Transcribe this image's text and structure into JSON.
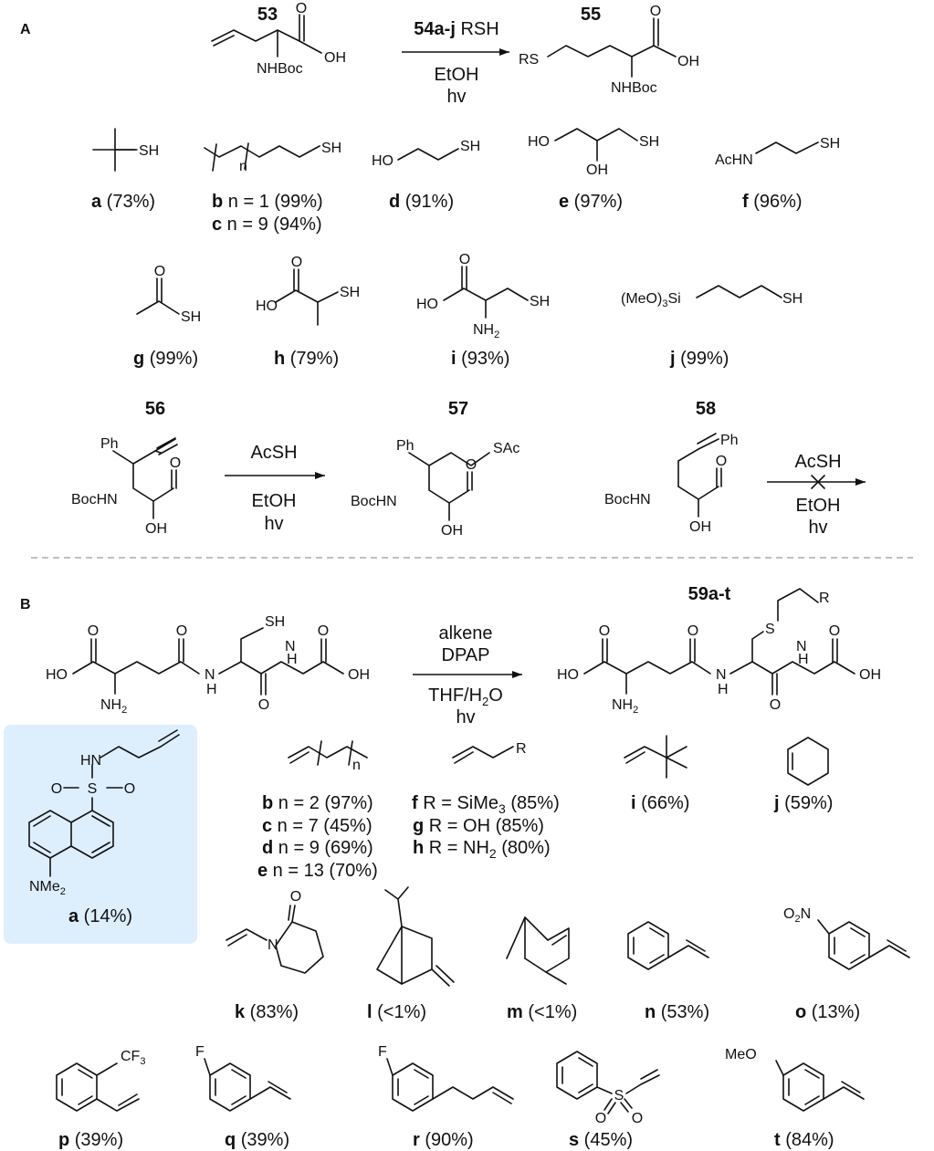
{
  "panels": {
    "A": {
      "label": "A",
      "reaction1": {
        "reactant": {
          "number": "53",
          "atoms": [
            "O",
            "OH",
            "NHBoc"
          ]
        },
        "reagent_bold": "54a-j",
        "reagent_rest": " RSH",
        "solvent": "EtOH",
        "conditions": "hv",
        "product": {
          "number": "55",
          "atoms": [
            "RS",
            "O",
            "OH",
            "NHBoc"
          ]
        }
      },
      "thiols": [
        {
          "id": "a",
          "yield": " (73%)",
          "atoms": [
            "SH"
          ]
        },
        {
          "id": "b",
          "yield": " n = 1 (99%)",
          "atoms": [
            "n",
            "SH"
          ]
        },
        {
          "id": "c",
          "yield": " n = 9 (94%)"
        },
        {
          "id": "d",
          "yield": " (91%)",
          "atoms": [
            "HO",
            "SH"
          ]
        },
        {
          "id": "e",
          "yield": " (97%)",
          "atoms": [
            "HO",
            "OH",
            "SH"
          ]
        },
        {
          "id": "f",
          "yield": " (96%)",
          "atoms": [
            "AcHN",
            "SH"
          ]
        },
        {
          "id": "g",
          "yield": " (99%)",
          "atoms": [
            "O",
            "SH"
          ]
        },
        {
          "id": "h",
          "yield": " (79%)",
          "atoms": [
            "O",
            "HO",
            "SH"
          ]
        },
        {
          "id": "i",
          "yield": " (93%)",
          "atoms": [
            "O",
            "HO",
            "NH",
            "2",
            "SH"
          ]
        },
        {
          "id": "j",
          "yield": " (99%)",
          "atoms": [
            "(MeO)",
            "3",
            "Si",
            "SH"
          ]
        }
      ],
      "reaction2": {
        "reactant": {
          "number": "56",
          "atoms": [
            "Ph",
            "BocHN",
            "O",
            "OH"
          ]
        },
        "reagent": "AcSH",
        "solvent": "EtOH",
        "conditions": "hv",
        "product": {
          "number": "57",
          "atoms": [
            "Ph",
            "SAc",
            "BocHN",
            "O",
            "OH"
          ]
        }
      },
      "reaction3": {
        "reactant": {
          "number": "58",
          "atoms": [
            "Ph",
            "BocHN",
            "O",
            "OH"
          ]
        },
        "reagent": "AcSH",
        "solvent": "EtOH",
        "conditions": "hv"
      }
    },
    "B": {
      "label": "B",
      "reactant": {
        "atoms": [
          "O",
          "O",
          "O",
          "SH",
          "HO",
          "NH",
          "2",
          "N",
          "H",
          "O",
          "N",
          "H",
          "OH"
        ]
      },
      "reagent1": "alkene",
      "reagent2": "DPAP",
      "solvent_main": "THF/H",
      "solvent_sub": "2",
      "solvent_end": "O",
      "conditions": "hv",
      "product": {
        "number": "59a-t",
        "atoms": [
          "R",
          "S",
          "O",
          "O",
          "O",
          "HO",
          "NH",
          "2",
          "N",
          "H",
          "O",
          "N",
          "H",
          "OH"
        ]
      },
      "highlight_color": "#ddeefc",
      "highlight_compound": {
        "id": "a",
        "yield": " (14%)",
        "atoms": [
          "HN",
          "S",
          "O",
          "O",
          "NMe",
          "2"
        ]
      },
      "alkenes": [
        {
          "id": "b",
          "yield": " n = 2 (97%)",
          "atoms": [
            "n"
          ]
        },
        {
          "id": "c",
          "yield": " n = 7 (45%)"
        },
        {
          "id": "d",
          "yield": " n = 9 (69%)"
        },
        {
          "id": "e",
          "yield": " n = 13 (70%)"
        },
        {
          "id": "f",
          "yield_pre": " R = SiMe",
          "yield_sub": "3",
          "yield_post": " (85%)",
          "atoms": [
            "R"
          ]
        },
        {
          "id": "g",
          "yield": " R = OH (85%)"
        },
        {
          "id": "h",
          "yield_pre": " R = NH",
          "yield_sub": "2",
          "yield_post": " (80%)"
        },
        {
          "id": "i",
          "yield": " (66%)"
        },
        {
          "id": "j",
          "yield": " (59%)"
        },
        {
          "id": "k",
          "yield": " (83%)",
          "atoms": [
            "O",
            "N"
          ]
        },
        {
          "id": "l",
          "yield": " (<1%)"
        },
        {
          "id": "m",
          "yield": " (<1%)"
        },
        {
          "id": "n",
          "yield": " (53%)"
        },
        {
          "id": "o",
          "yield": " (13%)",
          "atoms": [
            "O",
            "2",
            "N"
          ]
        },
        {
          "id": "p",
          "yield": " (39%)",
          "atoms": [
            "CF",
            "3"
          ]
        },
        {
          "id": "q",
          "yield": " (39%)",
          "atoms": [
            "F"
          ]
        },
        {
          "id": "r",
          "yield": " (90%)",
          "atoms": [
            "F"
          ]
        },
        {
          "id": "s",
          "yield": " (45%)",
          "atoms": [
            "S",
            "O",
            "O"
          ]
        },
        {
          "id": "t",
          "yield": " (84%)",
          "atoms": [
            "MeO"
          ]
        }
      ]
    }
  }
}
